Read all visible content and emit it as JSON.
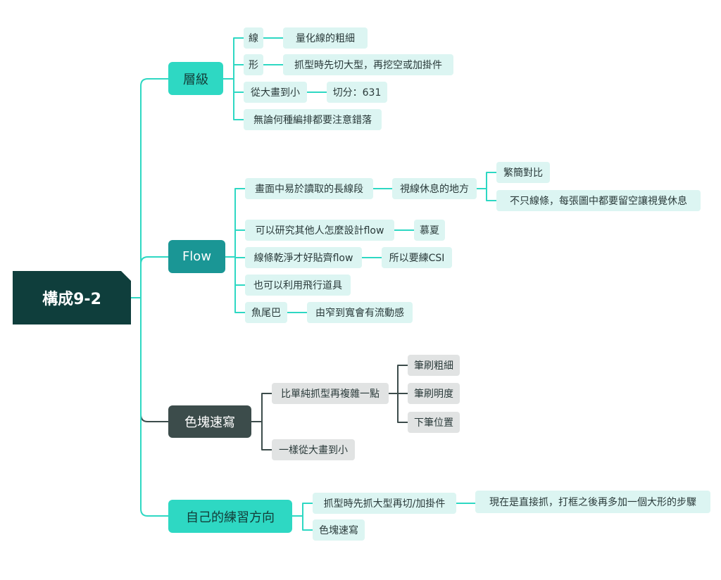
{
  "root": {
    "title": "構成9-2"
  },
  "colors": {
    "teal_line": "#2ed8c3",
    "dark_line": "#3c4c4b",
    "root_bg": "#0f3e3c"
  },
  "branches": [
    {
      "label": "層級",
      "children": [
        {
          "label": "線",
          "children": [
            {
              "label": "量化線的粗細"
            }
          ]
        },
        {
          "label": "形",
          "children": [
            {
              "label": "抓型時先切大型，再挖空或加掛件"
            }
          ]
        },
        {
          "label": "從大畫到小",
          "children": [
            {
              "label": "切分：631"
            }
          ]
        },
        {
          "label": "無論何種編排都要注意錯落"
        }
      ]
    },
    {
      "label": "Flow",
      "children": [
        {
          "label": "畫面中易於讀取的長線段",
          "children": [
            {
              "label": "視線休息的地方",
              "children": [
                {
                  "label": "繁簡對比"
                },
                {
                  "label": "不只線條，每張圖中都要留空讓視覺休息"
                }
              ]
            }
          ]
        },
        {
          "label": "可以研究其他人怎麼設計flow",
          "children": [
            {
              "label": "慕夏"
            }
          ]
        },
        {
          "label": "線條乾淨才好貼齊flow",
          "children": [
            {
              "label": "所以要練CSI"
            }
          ]
        },
        {
          "label": "也可以利用飛行道具"
        },
        {
          "label": "魚尾巴",
          "children": [
            {
              "label": "由窄到寬會有流動感"
            }
          ]
        }
      ]
    },
    {
      "label": "色塊速寫",
      "children": [
        {
          "label": "比單純抓型再複雜一點",
          "children": [
            {
              "label": "筆刷粗細"
            },
            {
              "label": "筆刷明度"
            },
            {
              "label": "下筆位置"
            }
          ]
        },
        {
          "label": "一樣從大畫到小"
        }
      ]
    },
    {
      "label": "自己的練習方向",
      "children": [
        {
          "label": "抓型時先抓大型再切/加掛件",
          "children": [
            {
              "label": "現在是直接抓，打框之後再多加一個大形的步驟"
            }
          ]
        },
        {
          "label": "色塊速寫"
        }
      ]
    }
  ]
}
